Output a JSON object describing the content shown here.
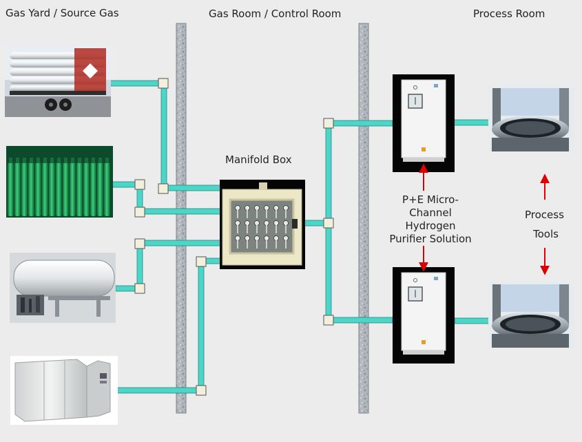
{
  "zones": {
    "gas_yard": "Gas Yard / Source Gas",
    "gas_room": "Gas Room / Control Room",
    "process_room": "Process Room"
  },
  "manifold": {
    "label": "Manifold Box"
  },
  "purifier": {
    "lines": [
      "P+E Micro-",
      "Channel",
      "Hydrogen",
      "Purifier Solution"
    ]
  },
  "tools": {
    "line1": "Process",
    "line2": "Tools"
  },
  "colors": {
    "pipe": "#4fd5c8",
    "pipe_edge": "#1a8a84",
    "wall": "#a9b0b5",
    "arrow": "#dd0000",
    "background": "#ececec"
  },
  "sources": [
    "tube-trailer",
    "cylinder-bank",
    "bulk-tank",
    "hydrogen-generator"
  ]
}
